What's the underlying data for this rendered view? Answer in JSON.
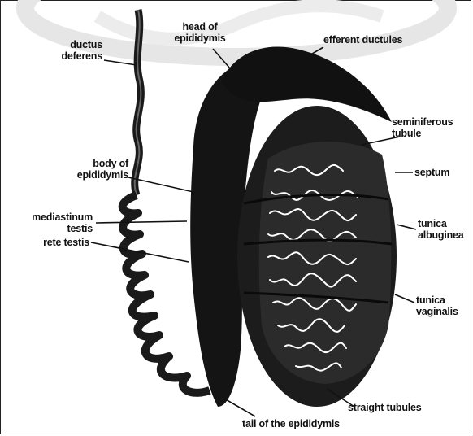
{
  "labels": {
    "ductus_deferens": [
      "ductus",
      "deferens"
    ],
    "head_of_epididymis": [
      "head of",
      "epididymis"
    ],
    "efferent_ductules": "efferent ductules",
    "seminiferous_tubule": [
      "seminiferous",
      "tubule"
    ],
    "septum": "septum",
    "body_of_epididymis": [
      "body of",
      "epididymis"
    ],
    "mediastinum_testis": [
      "mediastinum",
      "testis"
    ],
    "tunica_albuginea": [
      "tunica",
      "albuginea"
    ],
    "rete_testis": "rete testis",
    "tunica_vaginalis": [
      "tunica",
      "vaginalis"
    ],
    "straight_tubules": "straight tubules",
    "tail_of_epididymis": "tail of the epididymis"
  },
  "colors": {
    "ink": "#111111",
    "tissue": "#1a1a1a",
    "tubule_highlight": "#ffffff",
    "background": "#ffffff",
    "watermark": "#e6e6e6"
  }
}
